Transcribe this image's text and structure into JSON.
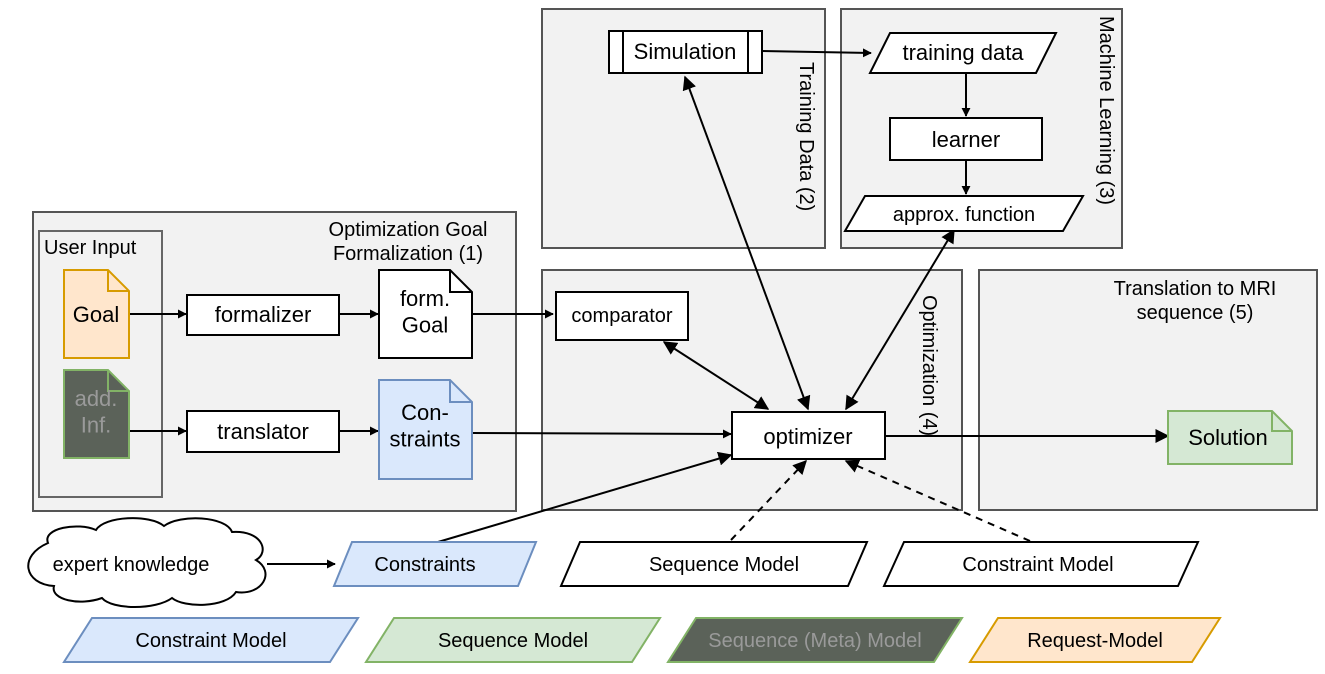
{
  "groups": {
    "optimization_goal": "Optimization Goal\nFormalization (1)",
    "user_input": "User Input",
    "training_data": "Training Data (2)",
    "machine_learning": "Machine Learning (3)",
    "optimization": "Optimization (4)",
    "translation": "Translation to MRI\nsequence (5)"
  },
  "nodes": {
    "goal": "Goal",
    "add_inf": "add.\nInf.",
    "formalizer": "formalizer",
    "form_goal": "form.\nGoal",
    "translator": "translator",
    "constraints_doc": "Con-\nstraints",
    "simulation": "Simulation",
    "training_data": "training data",
    "learner": "learner",
    "approx_function": "approx. function",
    "comparator": "comparator",
    "optimizer": "optimizer",
    "solution": "Solution",
    "expert_knowledge": "expert knowledge",
    "constraints_input": "Constraints",
    "sequence_model": "Sequence Model",
    "constraint_model": "Constraint Model"
  },
  "legend": [
    {
      "label": "Constraint Model",
      "fill": "#dae8fc",
      "stroke": "#6c8ebf",
      "text": "#000000"
    },
    {
      "label": "Sequence Model",
      "fill": "#d5e8d4",
      "stroke": "#82b366",
      "text": "#000000"
    },
    {
      "label": "Sequence (Meta) Model",
      "fill": "#5b6259",
      "stroke": "#82b366",
      "text": "#9a9a9a"
    },
    {
      "label": "Request-Model",
      "fill": "#ffe6cc",
      "stroke": "#d79b00",
      "text": "#000000"
    }
  ],
  "colors": {
    "goal_fill": "#ffe6cc",
    "goal_stroke": "#d79b00",
    "constraint_fill": "#dae8fc",
    "constraint_stroke": "#6c8ebf",
    "solution_fill": "#d5e8d4",
    "solution_stroke": "#82b366",
    "meta_fill": "#5b6259",
    "meta_text": "#9a9a9a"
  }
}
